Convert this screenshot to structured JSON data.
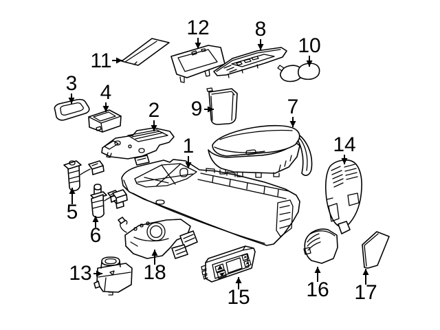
{
  "colors": {
    "background": "#ffffff",
    "line": "#000000"
  },
  "diagram": {
    "callouts": [
      "1",
      "2",
      "3",
      "4",
      "5",
      "6",
      "7",
      "8",
      "9",
      "10",
      "11",
      "12",
      "13",
      "14",
      "15",
      "16",
      "17",
      "18"
    ]
  }
}
